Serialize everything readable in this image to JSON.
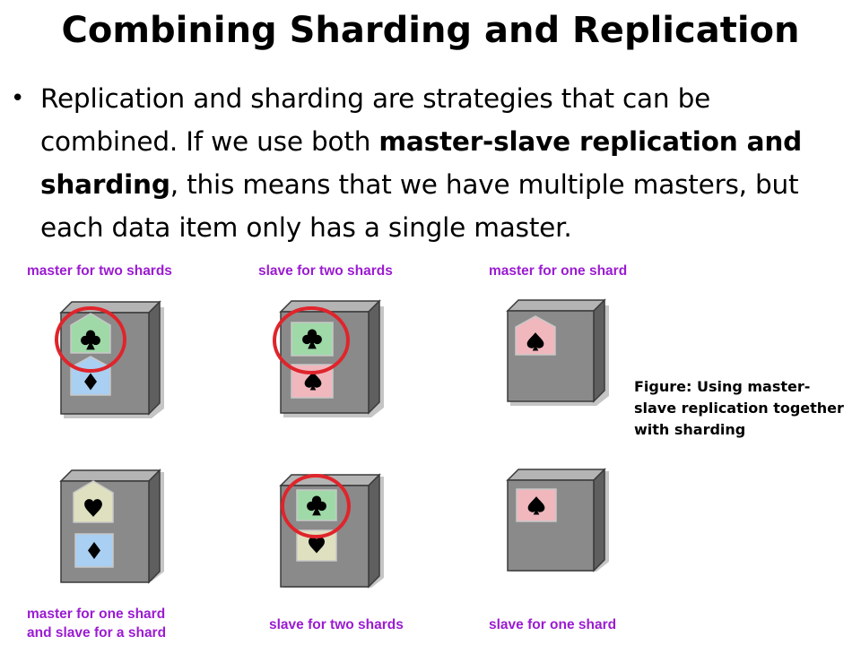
{
  "slide": {
    "title": "Combining Sharding and Replication",
    "bullet": {
      "text_1": "Replication and sharding are strategies that can be combined. If we use both ",
      "bold_1": "master-slave replication and sharding",
      "text_2": ", this means that we have multiple masters, but each data item only has a single master."
    },
    "caption": "Figure: Using master-slave replication together with sharding"
  },
  "diagram": {
    "nodes": [
      {
        "label": "master for two shards",
        "cards": [
          {
            "suit": "club",
            "color": "#9fd9a8",
            "master": true,
            "highlighted": true
          },
          {
            "suit": "diamond",
            "color": "#a9cff2",
            "master": true,
            "highlighted": false
          }
        ]
      },
      {
        "label": "slave for two shards",
        "cards": [
          {
            "suit": "club",
            "color": "#9fd9a8",
            "master": false,
            "highlighted": true
          },
          {
            "suit": "spade",
            "color": "#f0b7bd",
            "master": false,
            "highlighted": false
          }
        ]
      },
      {
        "label": "master for one shard",
        "cards": [
          {
            "suit": "spade",
            "color": "#f0b7bd",
            "master": true,
            "highlighted": false
          }
        ]
      },
      {
        "label_line1": "master for one shard",
        "label_line2": "and slave for a shard",
        "cards": [
          {
            "suit": "heart",
            "color": "#dfe0bf",
            "master": true,
            "highlighted": false
          },
          {
            "suit": "diamond",
            "color": "#a9cff2",
            "master": false,
            "highlighted": false
          }
        ]
      },
      {
        "label": "slave for two shards",
        "cards": [
          {
            "suit": "club",
            "color": "#9fd9a8",
            "master": false,
            "highlighted": true
          },
          {
            "suit": "heart",
            "color": "#dfe0bf",
            "master": false,
            "highlighted": false
          }
        ]
      },
      {
        "label": "slave for one shard",
        "cards": [
          {
            "suit": "spade",
            "color": "#f0b7bd",
            "master": false,
            "highlighted": false
          }
        ]
      }
    ],
    "label_color": "#9b1bd1",
    "highlight_color": "#e0242b",
    "box_front_color": "#8a8a8a",
    "box_side_color": "#5f5f5f"
  }
}
